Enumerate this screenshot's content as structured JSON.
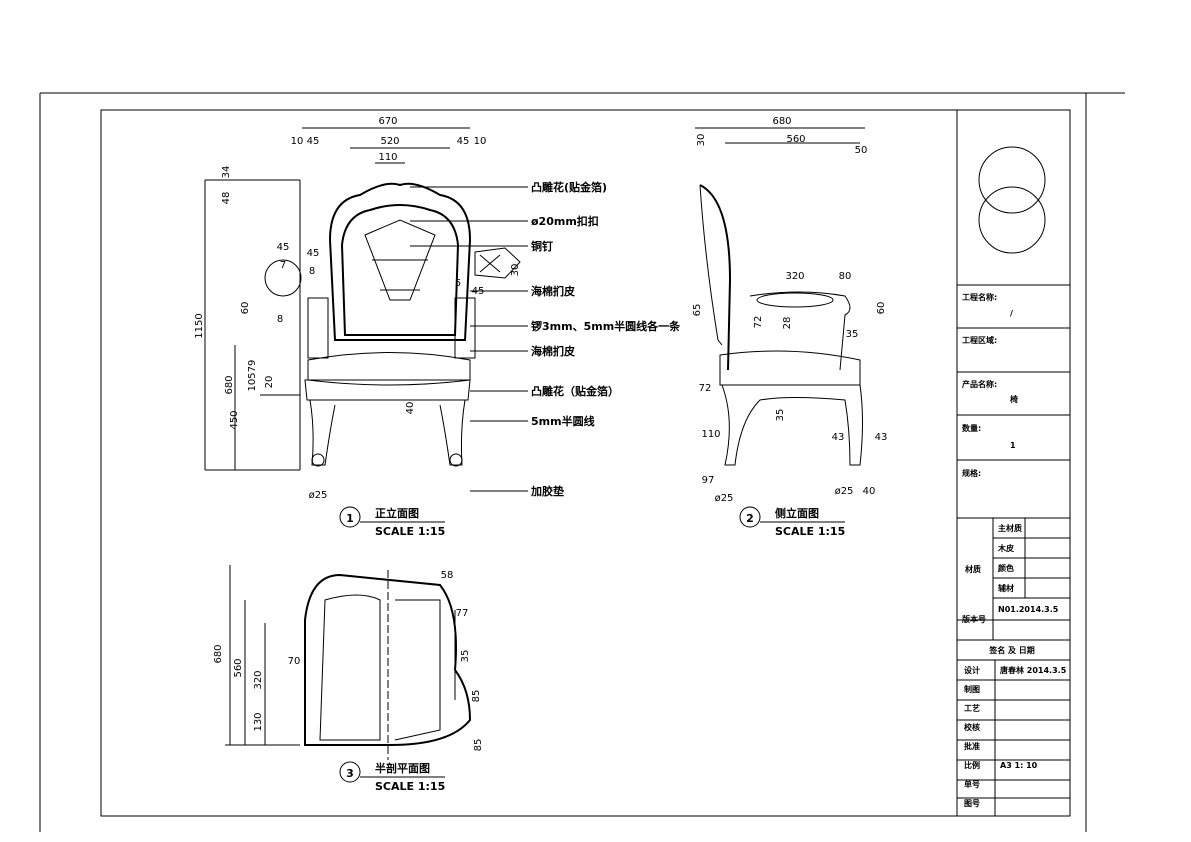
{
  "annotations": [
    "凸雕花(贴金箔)",
    "ø20mm扣扣",
    "铜钉",
    "海棉扪皮",
    "锣3mm、5mm半圆线各一条",
    "海棉扪皮",
    "凸雕花（贴金箔）",
    "5mm半圆线",
    "加胶垫"
  ],
  "views": [
    {
      "num": "1",
      "title": "正立面图",
      "scale": "SCALE 1:15"
    },
    {
      "num": "2",
      "title": "侧立面图",
      "scale": "SCALE 1:15"
    },
    {
      "num": "3",
      "title": "半剖平面图",
      "scale": "SCALE 1:15"
    }
  ],
  "dims_front": [
    "670",
    "10",
    "45",
    "520",
    "45",
    "10",
    "110",
    "34",
    "48",
    "1150",
    "680",
    "450",
    "45",
    "45",
    "7",
    "8",
    "60",
    "8",
    "105",
    "79",
    "20",
    "40",
    "ø25",
    "30",
    "5",
    "45"
  ],
  "dims_side": [
    "680",
    "30",
    "560",
    "50",
    "320",
    "80",
    "65",
    "72",
    "28",
    "60",
    "35",
    "72",
    "110",
    "35",
    "43",
    "43",
    "97",
    "ø25",
    "ø25",
    "40"
  ],
  "dims_plan": [
    "680",
    "560",
    "320",
    "130",
    "70",
    "58",
    "77",
    "35",
    "85",
    "85"
  ],
  "title_block": {
    "project_name_label": "工程名称:",
    "project_name": "/",
    "project_area_label": "工程区域:",
    "product_name_label": "产品名称:",
    "product_name": "椅",
    "quantity_label": "数量:",
    "quantity": "1",
    "spec_label": "规格:",
    "material_label": "材质",
    "materials": [
      "主材质",
      "木皮",
      "颜色",
      "辅材"
    ],
    "version_label": "版本号",
    "version": "N01.2014.3.5",
    "sign_header": "签名 及 日期",
    "rows": [
      {
        "label": "设计",
        "value": "唐春林 2014.3.5"
      },
      {
        "label": "制图",
        "value": ""
      },
      {
        "label": "工艺",
        "value": ""
      },
      {
        "label": "校核",
        "value": ""
      },
      {
        "label": "批准",
        "value": ""
      },
      {
        "label": "比例",
        "value": "A3 1: 10"
      },
      {
        "label": "单号",
        "value": ""
      },
      {
        "label": "图号",
        "value": ""
      }
    ]
  }
}
